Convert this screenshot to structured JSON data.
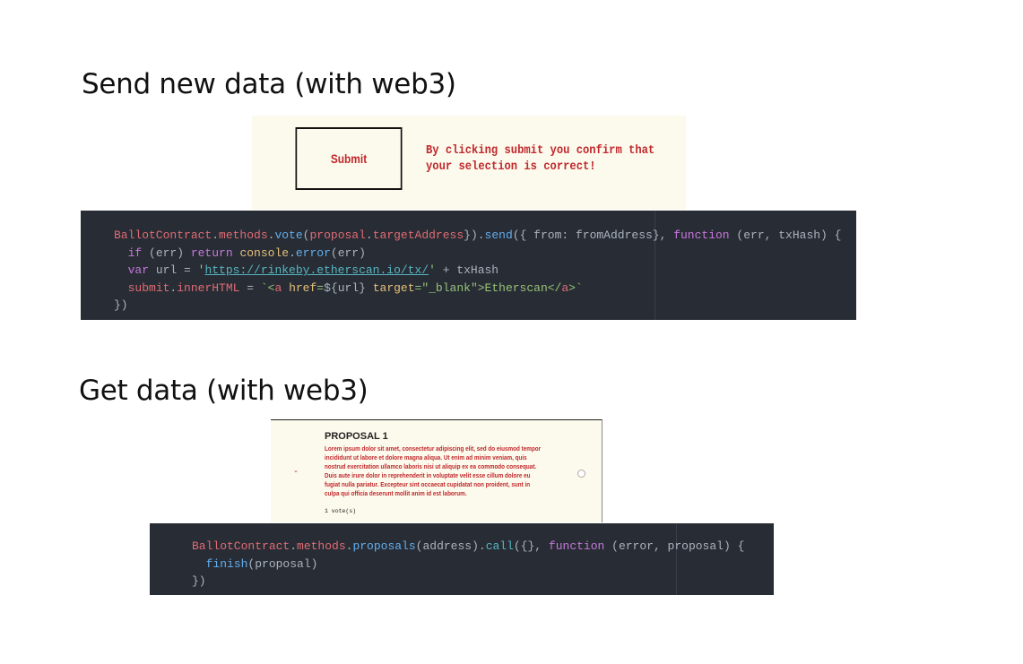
{
  "sections": {
    "send": {
      "heading": "Send new data (with web3)"
    },
    "get": {
      "heading": "Get data (with web3)"
    }
  },
  "submit_panel": {
    "button_label": "Submit",
    "confirm_text": "By clicking submit you confirm that your selection is correct!"
  },
  "proposal_card": {
    "title": "PROPOSAL 1",
    "description": "Lorem ipsum dolor sit amet, consectetur adipiscing elit, sed do eiusmod tempor incididunt ut labore et dolore magna aliqua. Ut enim ad minim veniam, quis nostrud exercitation ullamco laboris nisi ut aliquip ex ea commodo consequat. Duis aute irure dolor in reprehenderit in voluptate velit esse cillum dolore eu fugiat nulla pariatur. Excepteur sint occaecat cupidatat non proident, sunt in culpa qui officia deserunt mollit anim id est laborum.",
    "votes": "1 vote(s)",
    "expand_icon": "chevron-down-icon",
    "select_icon": "radio-icon"
  },
  "colors": {
    "code_bg": "#282c34",
    "accent_red": "#c0282d",
    "cream": "#fcfaec"
  },
  "code_send": [
    [
      [
        "r",
        "BallotContract"
      ],
      [
        "d",
        "."
      ],
      [
        "r",
        "methods"
      ],
      [
        "d",
        "."
      ],
      [
        "b",
        "vote"
      ],
      [
        "d",
        "("
      ],
      [
        "r",
        "proposal"
      ],
      [
        "d",
        "."
      ],
      [
        "r",
        "targetAddress"
      ],
      [
        "d",
        "})."
      ],
      [
        "b",
        "send"
      ],
      [
        "d",
        "({ from: fromAddress}, "
      ],
      [
        "p",
        "function"
      ],
      [
        "d",
        " (err, txHash) {"
      ]
    ],
    [
      [
        "d",
        "  "
      ],
      [
        "p",
        "if"
      ],
      [
        "d",
        " (err) "
      ],
      [
        "p",
        "return"
      ],
      [
        "d",
        " "
      ],
      [
        "y",
        "console"
      ],
      [
        "d",
        "."
      ],
      [
        "b",
        "error"
      ],
      [
        "d",
        "(err)"
      ]
    ],
    [
      [
        "d",
        "  "
      ],
      [
        "p",
        "var"
      ],
      [
        "d",
        " url = "
      ],
      [
        "g",
        "'"
      ],
      [
        "u",
        "https://rinkeby.etherscan.io/tx/"
      ],
      [
        "g",
        "'"
      ],
      [
        "d",
        " + txHash"
      ]
    ],
    [
      [
        "d",
        "  "
      ],
      [
        "r",
        "submit"
      ],
      [
        "d",
        "."
      ],
      [
        "r",
        "innerHTML"
      ],
      [
        "d",
        " = "
      ],
      [
        "g",
        "`<"
      ],
      [
        "r",
        "a"
      ],
      [
        "y",
        " href"
      ],
      [
        "g",
        "="
      ],
      [
        "d",
        "${url}"
      ],
      [
        "y",
        " target"
      ],
      [
        "g",
        "=\"_blank\">Etherscan</"
      ],
      [
        "r",
        "a"
      ],
      [
        "g",
        ">`"
      ]
    ],
    [
      [
        "d",
        "})"
      ]
    ]
  ],
  "code_get": [
    [
      [
        "r",
        "BallotContract"
      ],
      [
        "d",
        "."
      ],
      [
        "r",
        "methods"
      ],
      [
        "d",
        "."
      ],
      [
        "b",
        "proposals"
      ],
      [
        "d",
        "(address)."
      ],
      [
        "c",
        "call"
      ],
      [
        "d",
        "({}, "
      ],
      [
        "p",
        "function"
      ],
      [
        "d",
        " (error, proposal) {"
      ]
    ],
    [
      [
        "d",
        "  "
      ],
      [
        "b",
        "finish"
      ],
      [
        "d",
        "(proposal)"
      ]
    ],
    [
      [
        "d",
        "})"
      ]
    ]
  ]
}
